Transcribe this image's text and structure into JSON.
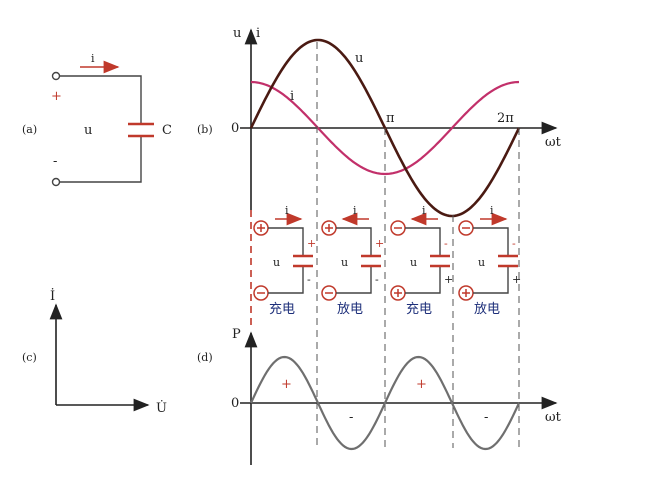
{
  "panel_a": {
    "tag": "(a)",
    "current": "i",
    "voltage": "u",
    "plus": "+",
    "minus": "-",
    "cap": "C"
  },
  "panel_b": {
    "tag": "(b)",
    "y_label_u": "u",
    "y_label_i": "i",
    "zero": "0",
    "pi": "π",
    "two_pi": "2π",
    "x_label": "ωt",
    "curve_u": "u",
    "curve_i": "i"
  },
  "circuits": [
    {
      "top_sign": "+",
      "bottom_sign": "-",
      "phase": "充电",
      "current": "i",
      "voltage": "u",
      "cap_top": "+",
      "cap_bottom": "-"
    },
    {
      "top_sign": "+",
      "bottom_sign": "-",
      "phase": "放电",
      "current": "i",
      "voltage": "u",
      "cap_top": "+",
      "cap_bottom": "-"
    },
    {
      "top_sign": "-",
      "bottom_sign": "+",
      "phase": "充电",
      "current": "i",
      "voltage": "u",
      "cap_top": "-",
      "cap_bottom": "+"
    },
    {
      "top_sign": "-",
      "bottom_sign": "+",
      "phase": "放电",
      "current": "i",
      "voltage": "u",
      "cap_top": "-",
      "cap_bottom": "+"
    }
  ],
  "panel_c": {
    "tag": "(c)",
    "i_phasor": "İ",
    "u_phasor": "U̇"
  },
  "panel_d": {
    "tag": "(d)",
    "y_label": "P",
    "zero": "0",
    "x_label": "ωt",
    "signs": [
      "+",
      "-",
      "+",
      "-"
    ]
  },
  "colors": {
    "voltage_curve": "#4a1a12",
    "current_curve": "#c2306a",
    "power_curve": "#6f6f6f",
    "accent": "#c0392b"
  }
}
